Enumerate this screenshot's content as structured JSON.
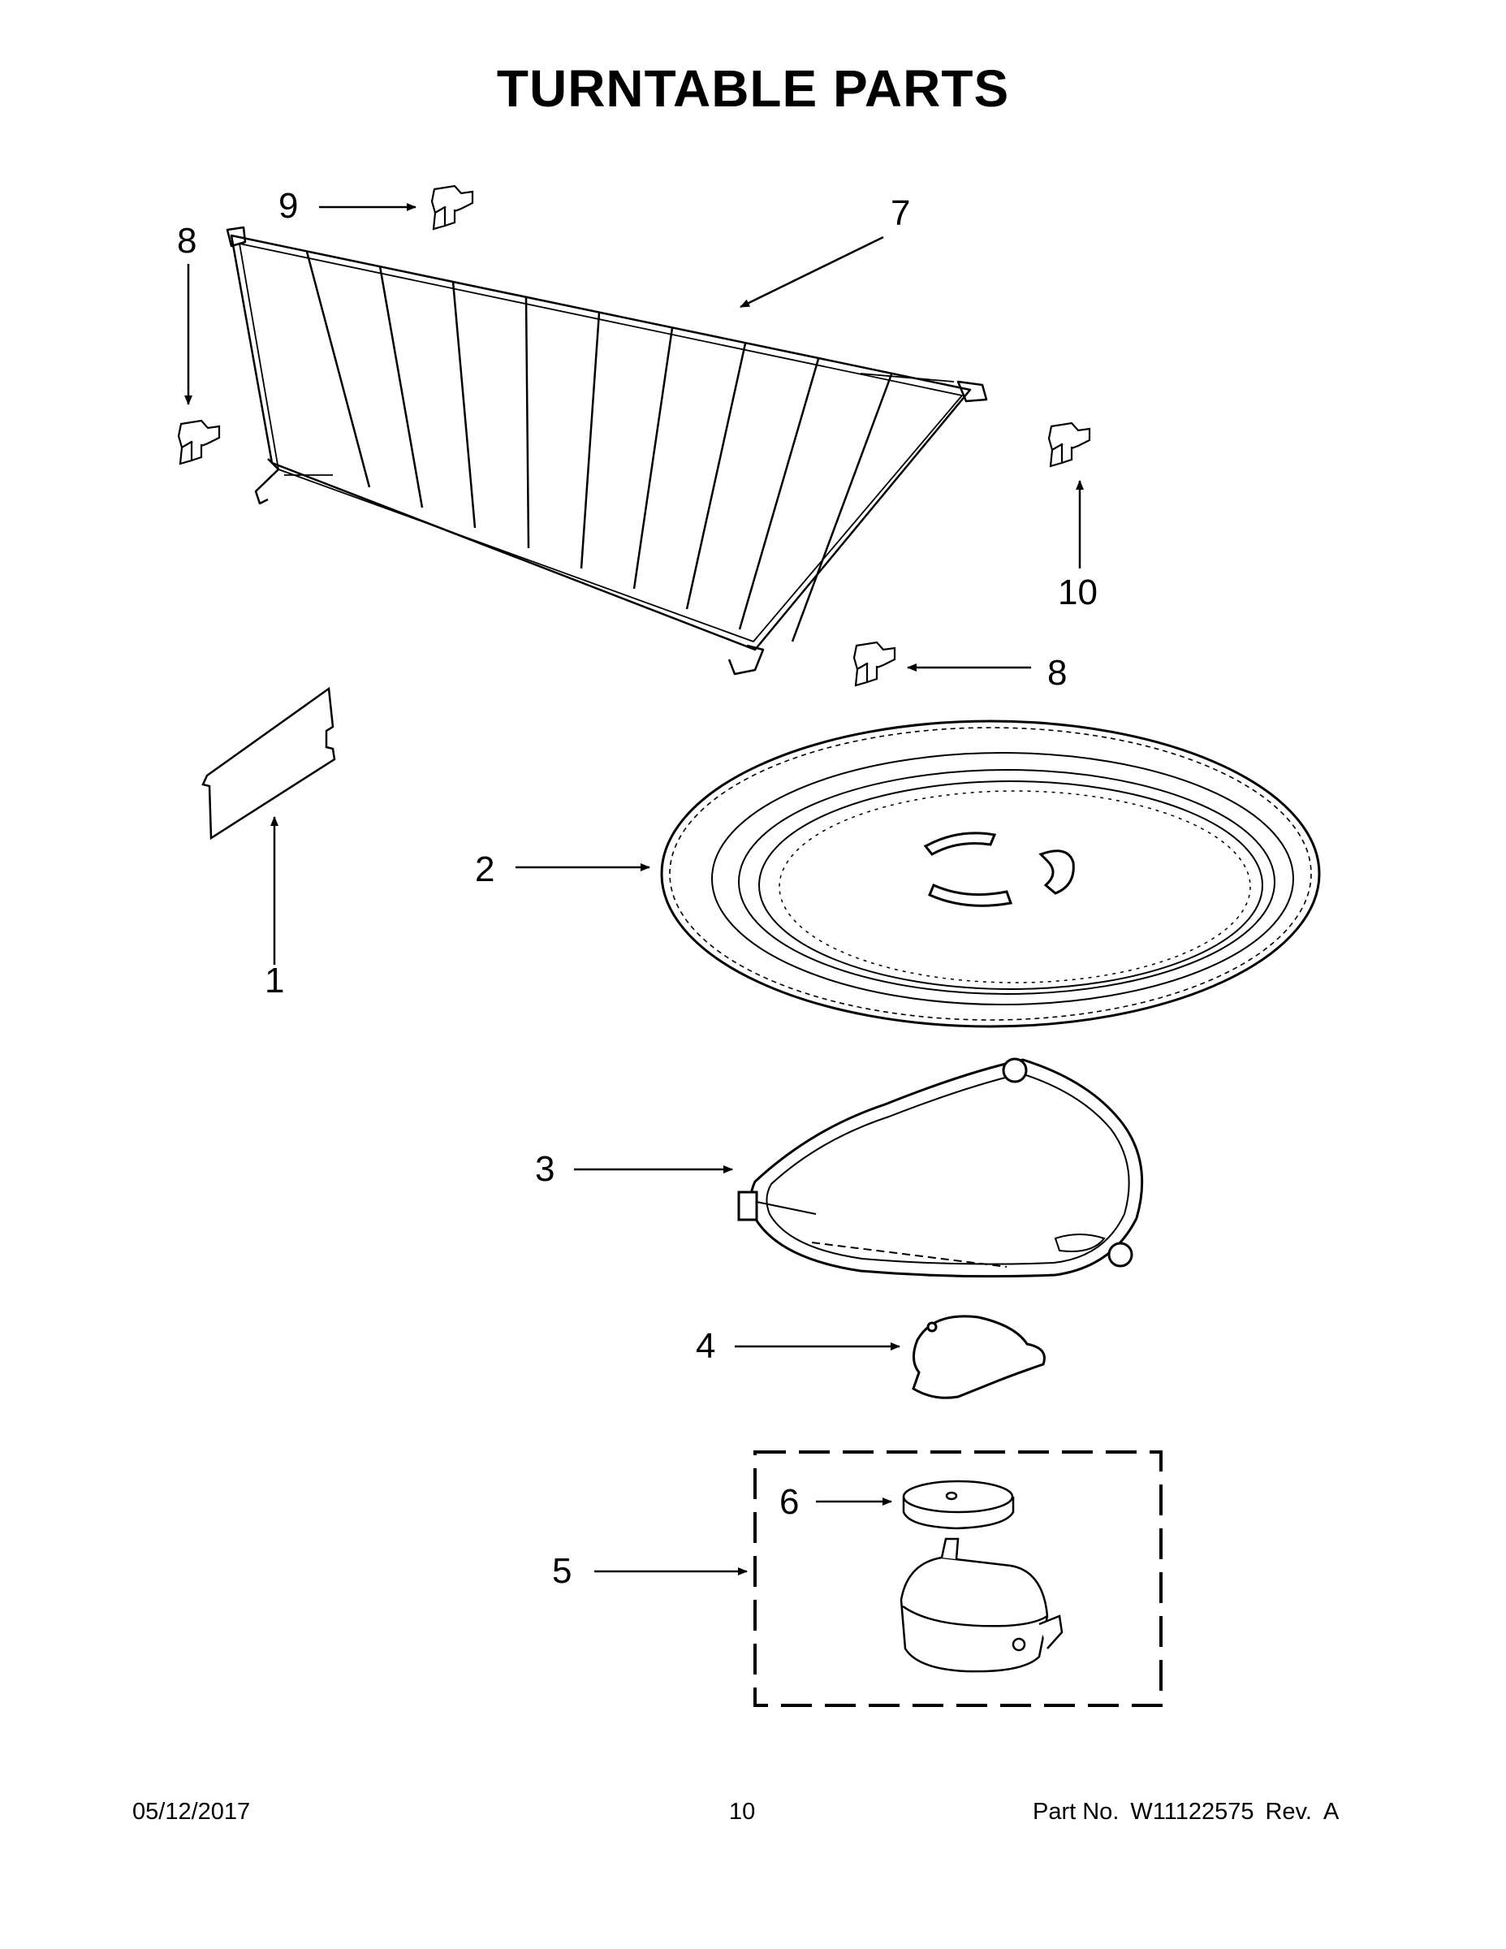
{
  "title": "TURNTABLE PARTS",
  "callouts": {
    "c1": "1",
    "c2": "2",
    "c3": "3",
    "c4": "4",
    "c5": "5",
    "c6": "6",
    "c7": "7",
    "c8a": "8",
    "c8b": "8",
    "c9": "9",
    "c10": "10"
  },
  "footer": {
    "date": "05/12/2017",
    "page": "10",
    "part_label": "Part No.",
    "part_number": "W11122575",
    "rev_label": "Rev.",
    "rev": "A"
  }
}
